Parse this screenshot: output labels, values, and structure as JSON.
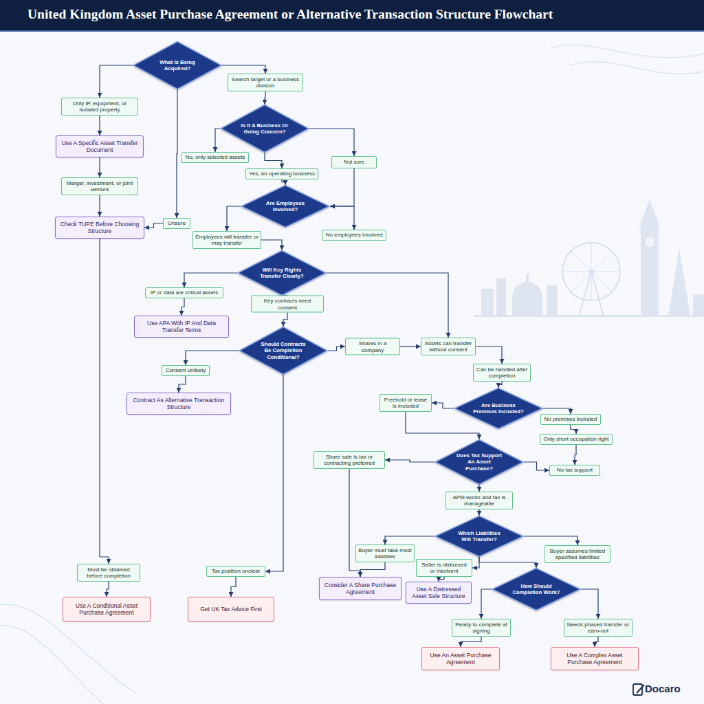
{
  "diagram": {
    "title": "United Kingdom Asset Purchase Agreement or Alternative Transaction Structure Flowchart",
    "nodes": [
      {
        "text": [
          "What Is Being Acquired?"
        ]
      },
      {
        "text": [
          "Search target or a business division"
        ]
      },
      {
        "text": [
          "Only IP, equipment, or isolated property"
        ]
      },
      {
        "text": [
          "Is It A Business Or Going Concern?"
        ]
      },
      {
        "text": [
          "Use A Specific Asset Transfer Document"
        ]
      },
      {
        "text": [
          "No, only selected assets"
        ]
      },
      {
        "text": [
          "Not sure"
        ]
      },
      {
        "text": [
          "Yes, an operating business"
        ]
      },
      {
        "text": [
          "Merger, investment, or joint venture"
        ]
      },
      {
        "text": [
          "Are Employees Involved?"
        ]
      },
      {
        "text": [
          "Check TUPE Before Choosing Structure"
        ]
      },
      {
        "text": [
          "Unsure"
        ]
      },
      {
        "text": [
          "Employees will transfer or may transfer"
        ]
      },
      {
        "text": [
          "No employees involved"
        ]
      },
      {
        "text": [
          "Will Key Rights Transfer Clearly?"
        ]
      },
      {
        "text": [
          "IP or data are critical assets"
        ]
      },
      {
        "text": [
          "Key contracts need consent"
        ]
      },
      {
        "text": [
          "Use APA With IP And Data Transfer Terms"
        ]
      },
      {
        "text": [
          "Should Contracts Be Completion Conditional?"
        ]
      },
      {
        "text": [
          "Shares in a company"
        ]
      },
      {
        "text": [
          "Assets can transfer without consent"
        ]
      },
      {
        "text": [
          "Consent unlikely"
        ]
      },
      {
        "text": [
          "Can be handled after completion"
        ]
      },
      {
        "text": [
          "Contract As Alternative Transaction Structure"
        ]
      },
      {
        "text": [
          "Freehold or lease is included"
        ]
      },
      {
        "text": [
          "Are Business Premises Included?"
        ]
      },
      {
        "text": [
          "No premises included"
        ]
      },
      {
        "text": [
          "Only short occupation right"
        ]
      },
      {
        "text": [
          "Share sale is tax or contracting preferred"
        ]
      },
      {
        "text": [
          "Does Tax Support An Asset Purchase?"
        ]
      },
      {
        "text": [
          "No tax support"
        ]
      },
      {
        "text": [
          "APM works and tax is manageable"
        ]
      },
      {
        "text": [
          "Which Liabilities Will Transfer?"
        ]
      },
      {
        "text": [
          "Buyer must take most liabilities"
        ]
      },
      {
        "text": [
          "Buyer assumes limited specified liabilities"
        ]
      },
      {
        "text": [
          "Seller is disbursed or insolvent"
        ]
      },
      {
        "text": [
          "Must be obtained before completion"
        ]
      },
      {
        "text": [
          "Tax position unclear"
        ]
      },
      {
        "text": [
          "How Should Completion Work?"
        ]
      },
      {
        "text": [
          "Consider A Share Purchase Agreement"
        ]
      },
      {
        "text": [
          "Use A Distressed Asset Sale Structure"
        ]
      },
      {
        "text": [
          "Use A Conditional Asset Purchase Agreement"
        ]
      },
      {
        "text": [
          "Get UK Tax Advice First"
        ]
      },
      {
        "text": [
          "Ready to complete at signing"
        ]
      },
      {
        "text": [
          "Needs phased transfer or earn-out"
        ]
      },
      {
        "text": [
          "Use An Asset Purchase Agreement"
        ]
      },
      {
        "text": [
          "Use A Complex Asset Purchase Agreement"
        ]
      }
    ],
    "edges": [
      {
        "from": 0,
        "to": 1,
        "arrow": "to"
      },
      {
        "from": 0,
        "to": 2,
        "arrow": "to"
      },
      {
        "from": 0,
        "to": 11,
        "arrow": "to"
      },
      {
        "from": 11,
        "to": 10,
        "arrow": "to"
      },
      {
        "from": 1,
        "to": 3,
        "arrow": "to"
      },
      {
        "from": 2,
        "to": 4,
        "arrow": "to"
      },
      {
        "from": 4,
        "to": 8,
        "arrow": "to"
      },
      {
        "from": 8,
        "to": 10,
        "arrow": "to"
      },
      {
        "from": 3,
        "to": 5,
        "arrow": "to"
      },
      {
        "from": 3,
        "to": 7,
        "arrow": "to"
      },
      {
        "from": 3,
        "to": 6,
        "arrow": "to"
      },
      {
        "from": 7,
        "to": 9,
        "arrow": "to"
      },
      {
        "from": 6,
        "to": 9,
        "arrow": "to"
      },
      {
        "from": 9,
        "to": 12,
        "arrow": "to"
      },
      {
        "from": 9,
        "to": 13,
        "arrow": "to"
      },
      {
        "from": 12,
        "to": 14,
        "arrow": "to"
      },
      {
        "from": 14,
        "to": 15,
        "arrow": "to"
      },
      {
        "from": 15,
        "to": 17,
        "arrow": "to"
      },
      {
        "from": 14,
        "to": 16,
        "arrow": "to"
      },
      {
        "from": 16,
        "to": 18,
        "arrow": "to"
      },
      {
        "from": 14,
        "to": 20,
        "arrow": "to"
      },
      {
        "from": 18,
        "to": 21,
        "arrow": "to"
      },
      {
        "from": 21,
        "to": 23,
        "arrow": "to"
      },
      {
        "from": 18,
        "to": 19,
        "arrow": "to"
      },
      {
        "from": 19,
        "to": 20,
        "arrow": "to"
      },
      {
        "from": 18,
        "to": 37,
        "arrow": "to"
      },
      {
        "from": 37,
        "to": 42,
        "arrow": "to"
      },
      {
        "from": 10,
        "to": 36,
        "arrow": "to"
      },
      {
        "from": 36,
        "to": 41,
        "arrow": "to"
      },
      {
        "from": 20,
        "to": 22,
        "arrow": "to"
      },
      {
        "from": 22,
        "to": 25,
        "arrow": "to"
      },
      {
        "from": 25,
        "to": 24,
        "arrow": "to"
      },
      {
        "from": 25,
        "to": 26,
        "arrow": "to"
      },
      {
        "from": 26,
        "to": 27,
        "arrow": "to"
      },
      {
        "from": 24,
        "to": 29,
        "arrow": "to"
      },
      {
        "from": 27,
        "to": 30,
        "arrow": "to"
      },
      {
        "from": 29,
        "to": 30,
        "arrow": "to"
      },
      {
        "from": 29,
        "to": 28,
        "arrow": "to"
      },
      {
        "from": 28,
        "to": 39,
        "arrow": "to"
      },
      {
        "from": 29,
        "to": 31,
        "arrow": "to"
      },
      {
        "from": 31,
        "to": 32,
        "arrow": "to"
      },
      {
        "from": 32,
        "to": 33,
        "arrow": "to"
      },
      {
        "from": 32,
        "to": 35,
        "arrow": "to"
      },
      {
        "from": 32,
        "to": 34,
        "arrow": "to"
      },
      {
        "from": 32,
        "to": 38,
        "arrow": "to"
      },
      {
        "from": 33,
        "to": 39,
        "arrow": "to"
      },
      {
        "from": 35,
        "to": 40,
        "arrow": "to"
      },
      {
        "from": 38,
        "to": 43,
        "arrow": "to"
      },
      {
        "from": 38,
        "to": 44,
        "arrow": "to"
      },
      {
        "from": 43,
        "to": 45,
        "arrow": "to"
      },
      {
        "from": 44,
        "to": 46,
        "arrow": "to"
      }
    ],
    "labels": [
      "Docaro"
    ]
  }
}
